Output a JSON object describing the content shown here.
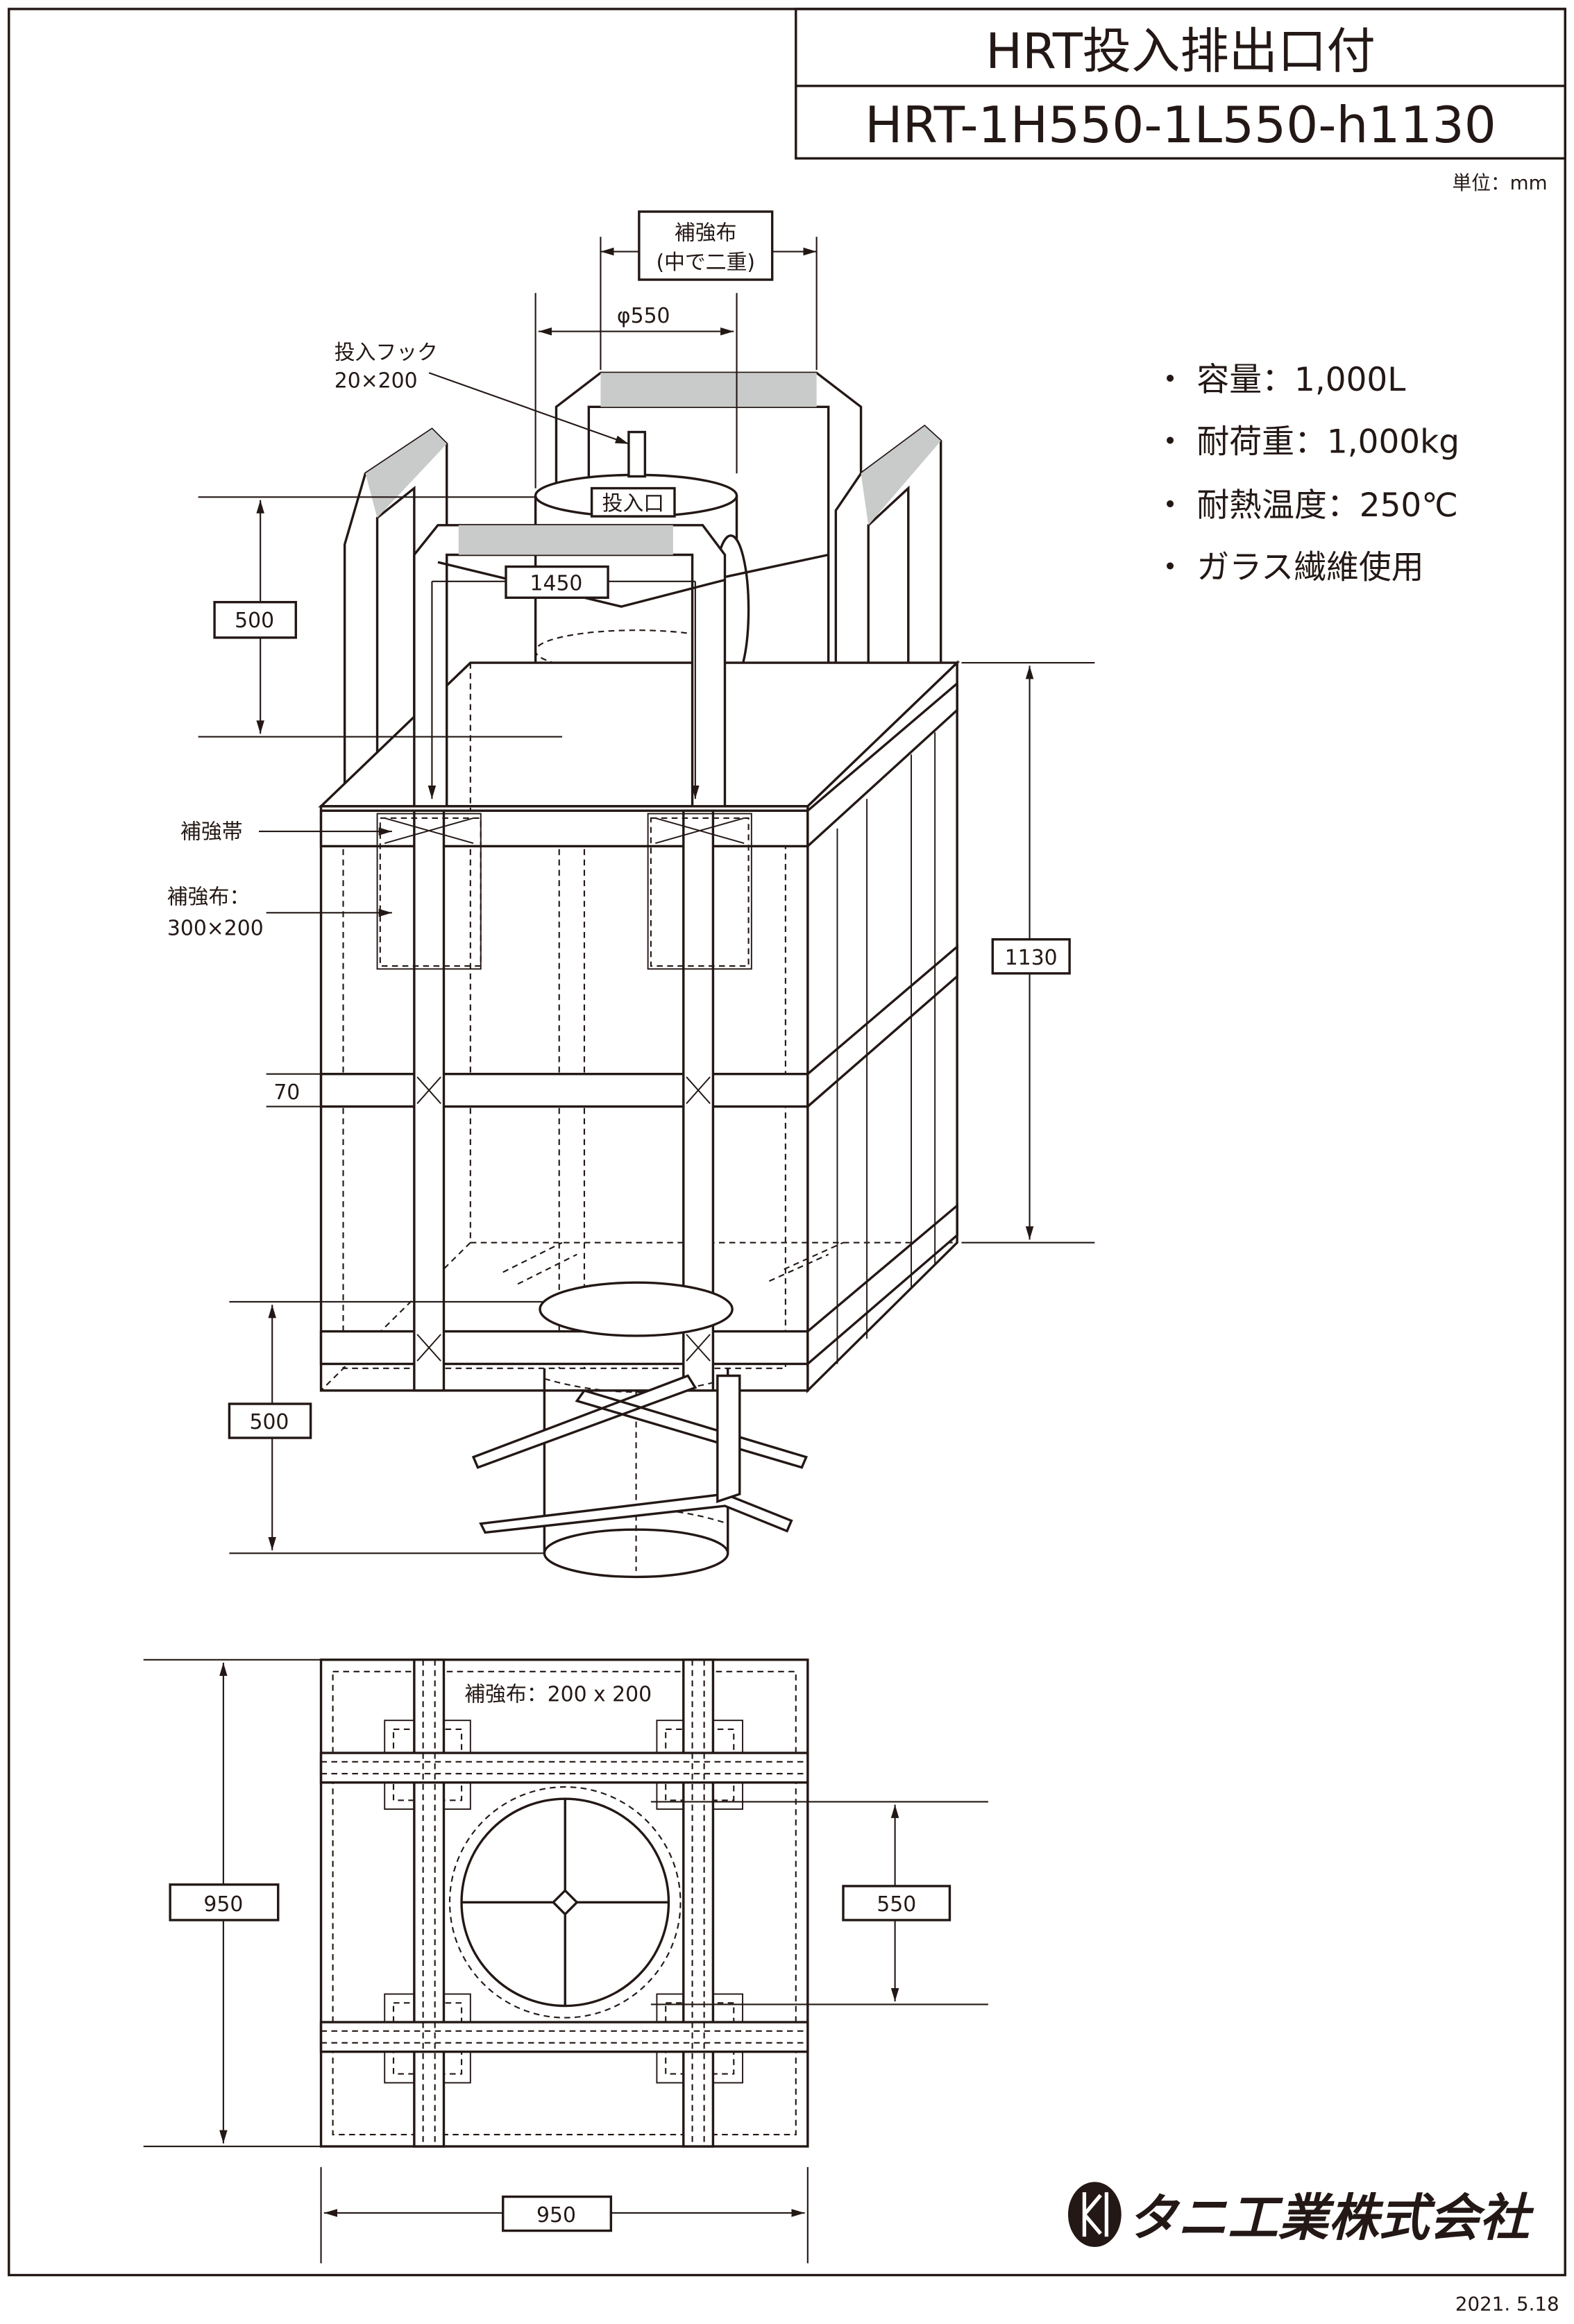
{
  "title_block": {
    "title": "HRT投入排出口付",
    "model": "HRT-1H550-1L550-h1130",
    "unit": "単位：mm"
  },
  "specs": [
    "・ 容量：1,000L",
    "・ 耐荷重：1,000kg",
    "・ 耐熱温度：250℃",
    "・ ガラス繊維使用"
  ],
  "labels": {
    "reinforce_cloth_top_1": "補強布",
    "reinforce_cloth_top_2": "(中で二重)",
    "phi": "φ550",
    "hook_1": "投入フック",
    "hook_2": "20×200",
    "inlet": "投入口",
    "belt": "補強帯",
    "cloth_side_1": "補強布：",
    "cloth_side_2": "300×200",
    "cloth_plan": "補強布：200 x 200"
  },
  "dimensions": {
    "loop_span": "1450",
    "inlet_height": "500",
    "body_height": "1130",
    "belt_width": "70",
    "outlet_height": "500",
    "plan_depth": "950",
    "outlet_dia": "550",
    "plan_width": "950"
  },
  "footer": {
    "company": "タニ工業株式会社",
    "date": "2021. 5.18"
  }
}
